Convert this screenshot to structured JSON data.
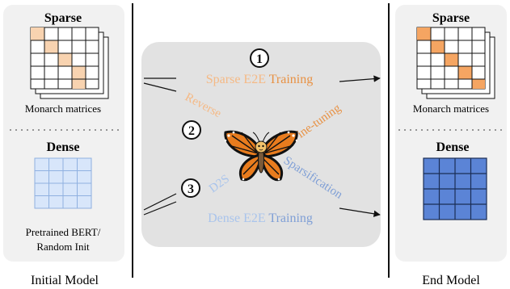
{
  "left_panel": {
    "sparse_title": "Sparse",
    "sparse_caption": "Monarch matrices",
    "dense_title": "Dense",
    "dense_caption_line1": "Pretrained BERT/",
    "dense_caption_line2": "Random Init",
    "bottom_label": "Initial Model"
  },
  "right_panel": {
    "sparse_title": "Sparse",
    "sparse_caption": "Monarch matrices",
    "dense_title": "Dense",
    "bottom_label": "End Model"
  },
  "center": {
    "step1_number": "1",
    "step2_number": "2",
    "step3_number": "3",
    "sparse_prefix": "Sparse E2E ",
    "sparse_suffix": "Training",
    "dense_prefix": "Dense E2E ",
    "dense_suffix": "Training",
    "reverse_label": "Reverse",
    "finetuning_label": "Fine-tuning",
    "d2s_label": "D2S",
    "sparsification_label": "Sparsification"
  },
  "colors": {
    "panel_bg": "#f1f1f1",
    "center_bg": "#e2e2e2",
    "sparse_light": "#f8d3b0",
    "sparse_mid": "#f5b98a",
    "sparse_strong": "#f5a562",
    "dense_light": "#d8e6fa",
    "dense_strong": "#5b84d6",
    "orange_light": "#f5b985",
    "orange_strong": "#e89143",
    "blue_light": "#a9c4ec",
    "blue_strong": "#7f9fd6"
  },
  "icons": {
    "butterfly": "butterfly-icon",
    "arrow": "arrow-right-icon"
  }
}
